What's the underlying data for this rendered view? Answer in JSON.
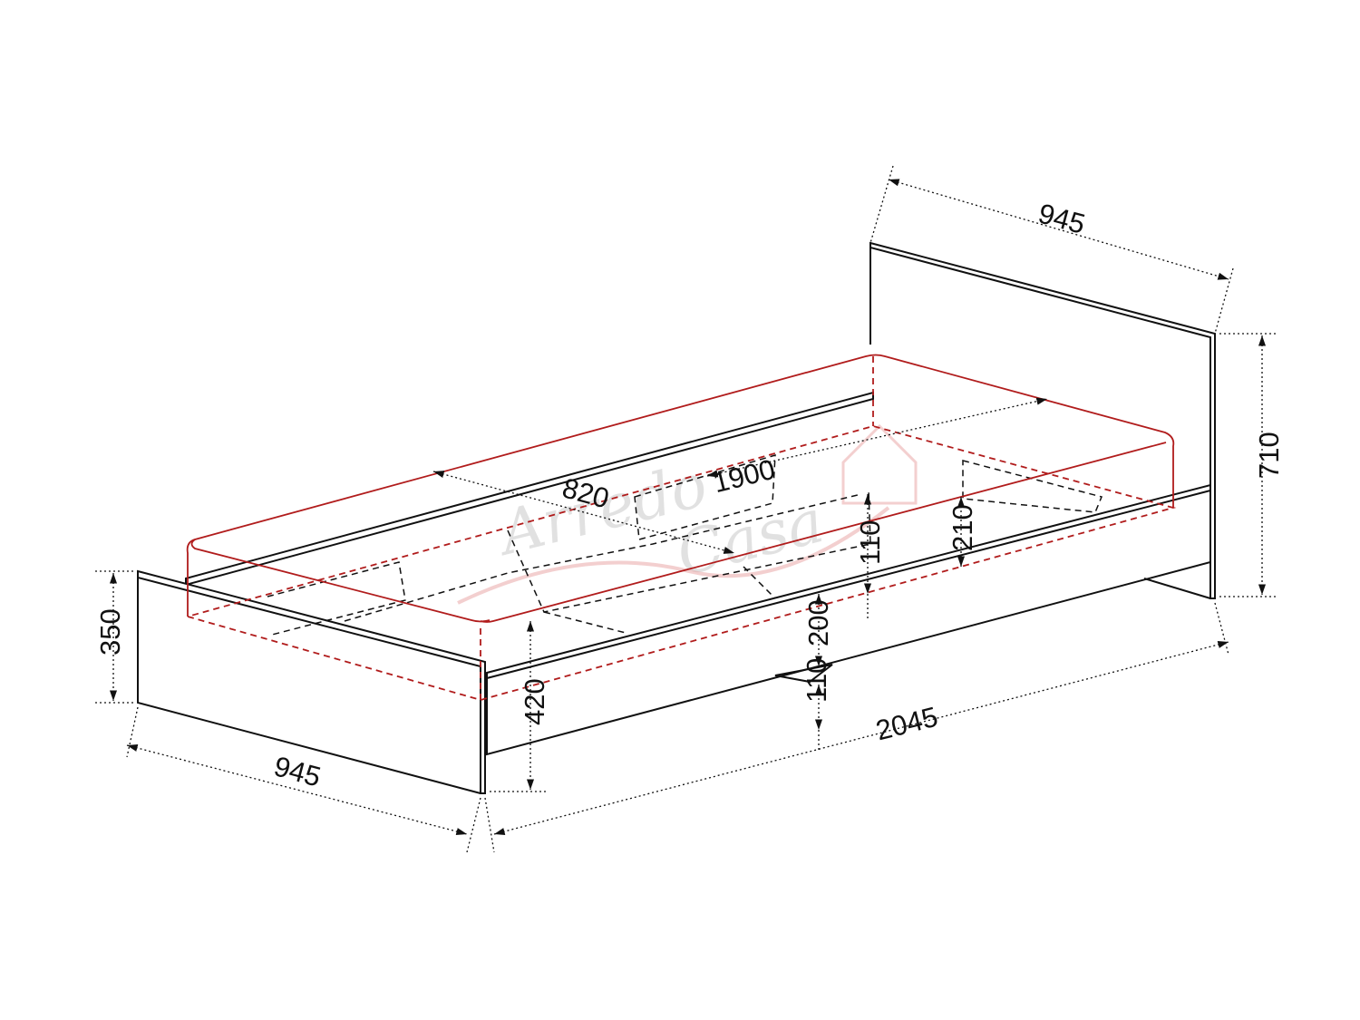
{
  "colors": {
    "line": "#111111",
    "mattress": "#b11c1c",
    "watermark": "#c9c9c9",
    "watermark_accent": "#e8a0a0"
  },
  "watermark": {
    "word1": "Arredo",
    "word2": "Casa"
  },
  "dimensions": {
    "headboard_width": "945",
    "headboard_height": "710",
    "footboard_width": "945",
    "footboard_height": "350",
    "mattress_length": "1900",
    "mattress_width": "820",
    "slat_gap": "110",
    "rail_height": "210",
    "frame_to_mattress": "200",
    "rail_to_floor": "110",
    "bed_height": "420",
    "overall_length": "2045"
  }
}
